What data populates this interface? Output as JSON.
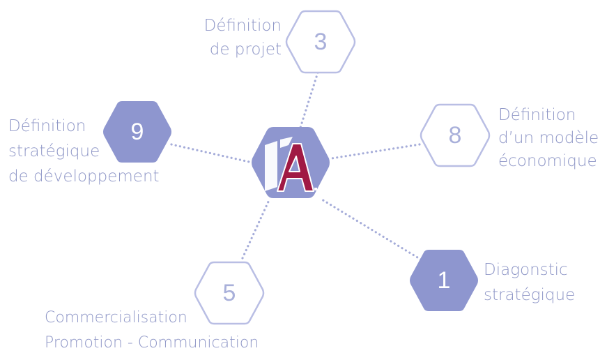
{
  "colors": {
    "hex_fill": "#8e96cf",
    "hex_outline": "#b9bee4",
    "text": "#8f97c7",
    "logo_red": "#a01a44",
    "dots": "#a5acd9"
  },
  "center": {
    "logo_icon": "A-logo-icon"
  },
  "nodes": {
    "n3": {
      "number": "3",
      "label_lines": [
        "Définition",
        "de projet"
      ]
    },
    "n9": {
      "number": "9",
      "label_lines": [
        "Définition",
        "stratégique",
        "de développement"
      ]
    },
    "n8": {
      "number": "8",
      "label_lines": [
        "Définition",
        "d’un modèle",
        "économique"
      ]
    },
    "n5": {
      "number": "5",
      "label_lines": [
        "Commercialisation",
        "Promotion - Communication"
      ]
    },
    "n1": {
      "number": "1",
      "label_lines": [
        "Diagonstic",
        "stratégique"
      ]
    }
  }
}
